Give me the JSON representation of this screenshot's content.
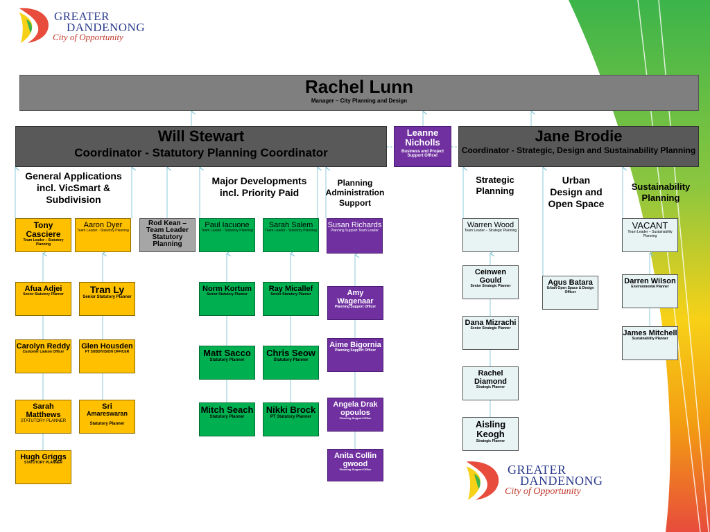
{
  "logo_top": {
    "line1": "GREATER",
    "line2": "DANDENONG",
    "tagline": "City of Opportunity"
  },
  "logo_bottom": {
    "line1": "GREATER",
    "line2": "DANDENONG",
    "tagline": "City of Opportunity"
  },
  "manager": {
    "name": "Rachel Lunn",
    "role": "Manager – City Planning and Design"
  },
  "coord_left": {
    "name": "Will Stewart",
    "role": "Coordinator - Statutory Planning Coordinator"
  },
  "coord_mid": {
    "name": "Leanne Nicholls",
    "role": "Business and Project Support Officer"
  },
  "coord_right": {
    "name": "Jane Brodie",
    "role": "Coordinator - Strategic, Design and Sustainability Planning"
  },
  "group_labels": {
    "general": "General Applications incl. VicSmart & Subdivision",
    "major": "Major Developments incl. Priority Paid",
    "admin": "Planning Administration Support",
    "strategic": "Strategic Planning",
    "urban": "Urban Design and Open Space",
    "sustain": "Sustainability Planning"
  },
  "people": {
    "tony": {
      "name": "Tony Casciere",
      "role": "Team Leader – Statutory Planning"
    },
    "aaron": {
      "name": "Aaron Dyer",
      "role": "Team Leader - Statutory Planning"
    },
    "rod": {
      "name": "Rod Kean – Team Leader Statutory Planning",
      "role": ""
    },
    "paul": {
      "name": "Paul Iacuone",
      "role": "Team Leader - Statutory Planning"
    },
    "sarahs": {
      "name": "Sarah Salem",
      "role": "Team Leader - Statutory Planning"
    },
    "susan": {
      "name": "Susan Richards",
      "role": "Planning Support Team Leader"
    },
    "warren": {
      "name": "Warren Wood",
      "role": "Team Leader – Strategic Planning"
    },
    "vacant": {
      "name": "VACANT",
      "role": "Team Leader – Sustainability Planning"
    },
    "afua": {
      "name": "Afua Adjei",
      "role": "Senior Statutory Planner"
    },
    "tran": {
      "name": "Tran Ly",
      "role": "Senior Statutory Planner"
    },
    "norm": {
      "name": "Norm Kortum",
      "role": "Senior Statutory Planner"
    },
    "ray": {
      "name": "Ray Micallef",
      "role": "Senior Statutory Planner"
    },
    "amy": {
      "name": "Amy Wagenaar",
      "role": "Planning Support Officer"
    },
    "ceinwen": {
      "name": "Ceinwen Gould",
      "role": "Senior Strategic Planner"
    },
    "agus": {
      "name": "Agus Batara",
      "role": "Urban Open Space & Design Officer"
    },
    "darren": {
      "name": "Darren Wilson",
      "role": "Environmental Planner"
    },
    "carolyn": {
      "name": "Carolyn Reddy",
      "role": "Customer Liaison Officer"
    },
    "glen": {
      "name": "Glen Housden",
      "role": "PT SUBDIVISION OFFICER"
    },
    "matt": {
      "name": "Matt Sacco",
      "role": "Statutory Planner"
    },
    "chris": {
      "name": "Chris Seow",
      "role": "Statutory Planner"
    },
    "aime": {
      "name": "Aime Bigornia",
      "role": "Planning Support Officer"
    },
    "dana": {
      "name": "Dana Mizrachi",
      "role": "Senior Strategic Planner"
    },
    "james": {
      "name": "James Mitchell",
      "role": "Sustainability Planner"
    },
    "sarahm": {
      "name": "Sarah Matthews",
      "role": "STATUTORY PLANNER"
    },
    "sri": {
      "name": "Sri",
      "name2": "Amareswaran",
      "role": "Statutory Planner"
    },
    "mitch": {
      "name": "Mitch Seach",
      "role": "Statutory Planner"
    },
    "nikki": {
      "name": "Nikki Brock",
      "role": "PT Statutory Planner"
    },
    "angela": {
      "name": "Angela Drakopoulos",
      "role": "Planning Support Office"
    },
    "rachel": {
      "name": "Rachel Diamond",
      "role": "Strategic Planner"
    },
    "hugh": {
      "name": "Hugh Griggs",
      "role": "STATUTORY PLANNER"
    },
    "anita": {
      "name": "Anita Collingwood",
      "role": "Planning Support Office"
    },
    "aisling": {
      "name": "Aisling Keogh",
      "role": "Strategic Planner"
    }
  },
  "colors": {
    "statutory": "#ffc000",
    "major": "#00b050",
    "admin": "#7030a0",
    "strategic": "#e8f4f4",
    "header": "#7f7f7f",
    "coordinator": "#595959"
  }
}
